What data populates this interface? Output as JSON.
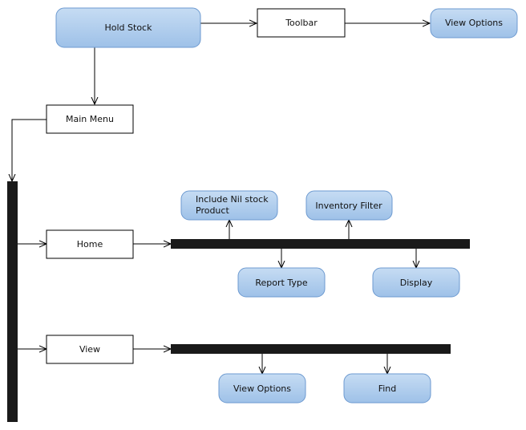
{
  "colors": {
    "rounded_fill_top": "#c6dcf3",
    "rounded_fill_bottom": "#9ec1e8",
    "rounded_stroke": "#6d9ad0",
    "rect_fill": "#ffffff",
    "rect_stroke": "#000000",
    "bar_fill": "#1a1a1a",
    "line": "#000000"
  },
  "nodes": {
    "hold_stock": "Hold Stock",
    "toolbar": "Toolbar",
    "toolbar_view_options": "View Options",
    "main_menu": "Main Menu",
    "home": "Home",
    "include_nil_stock_line1": "Include Nil stock",
    "include_nil_stock_line2": "Product",
    "inventory_filter": "Inventory Filter",
    "report_type": "Report Type",
    "display": "Display",
    "view": "View",
    "view_view_options": "View Options",
    "find": "Find"
  }
}
